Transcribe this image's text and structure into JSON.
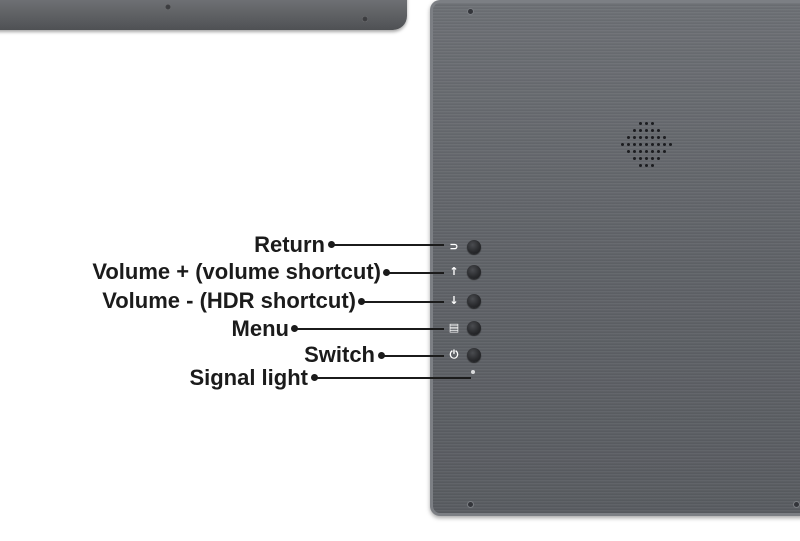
{
  "labels": {
    "return": "Return",
    "volume_up": "Volume + (volume shortcut)",
    "volume_down": "Volume - (HDR shortcut)",
    "menu": "Menu",
    "switch": "Switch",
    "signal_light": "Signal light"
  },
  "icons": {
    "return": "return-icon",
    "volume_up": "arrow-up-icon",
    "volume_down": "arrow-down-icon",
    "menu": "menu-icon",
    "switch": "power-icon"
  },
  "colors": {
    "panel": "#5f6267",
    "label_text": "#1b1b1b",
    "button": "#2a2b2e"
  }
}
